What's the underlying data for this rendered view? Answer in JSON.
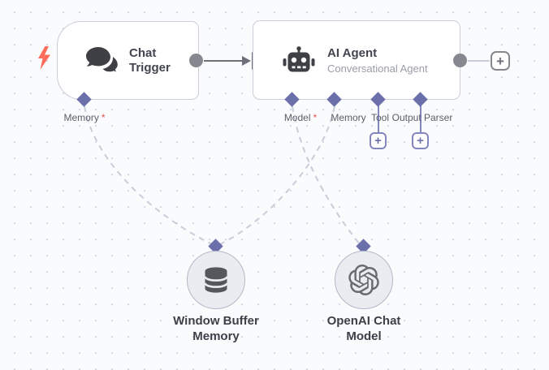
{
  "ui": {
    "plus": "+",
    "required_mark": "*"
  },
  "colors": {
    "accent_purple": "#6c70aa",
    "wire_dashed": "#c9ccd9",
    "wire_solid": "#6d7078",
    "trigger_bolt": "#ff6d5a",
    "required_red": "#e0524e",
    "node_border": "#ccced9",
    "canvas_bg": "#fafbfd"
  },
  "nodes": {
    "chat_trigger": {
      "title": "Chat Trigger",
      "ports": {
        "memory": "Memory"
      }
    },
    "ai_agent": {
      "title": "AI Agent",
      "subtitle": "Conversational Agent",
      "ports": {
        "model": "Model",
        "memory": "Memory",
        "tool": "Tool",
        "output_parser": "Output Parser"
      }
    },
    "window_buffer_memory": {
      "title": "Window Buffer Memory"
    },
    "openai_chat_model": {
      "title": "OpenAI Chat Model"
    }
  }
}
